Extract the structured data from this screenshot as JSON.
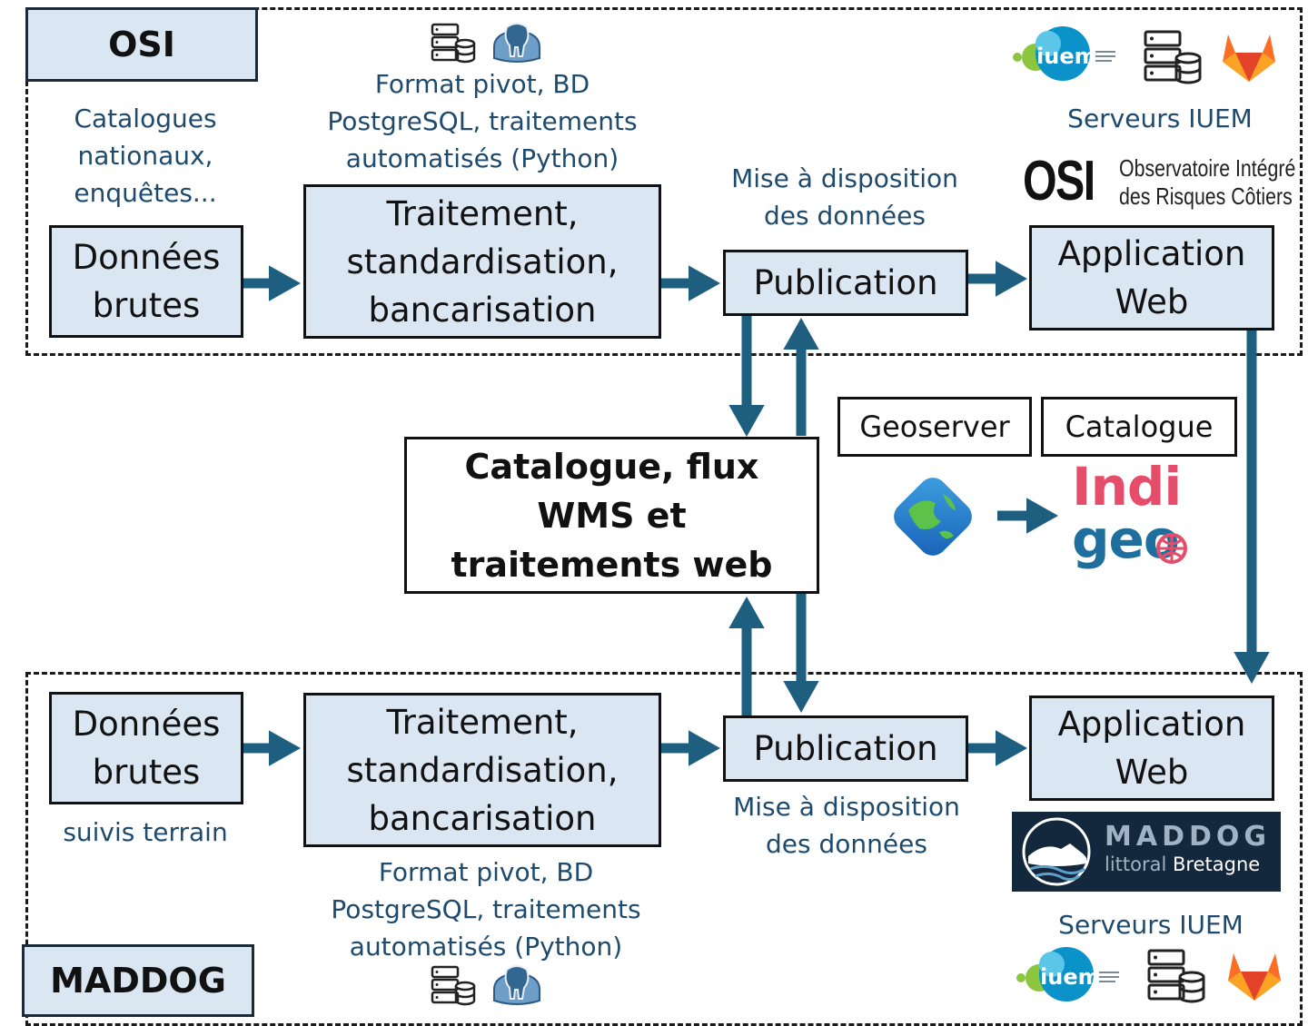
{
  "colors": {
    "arrow": "#1e5f80",
    "box_fill": "#dae6f2",
    "note_text": "#1e4a6e",
    "maddog_bg": "#13283d"
  },
  "osi": {
    "tag": "OSI",
    "source_note": "Catalogues nationaux, enquêtes...",
    "raw_data": "Données brutes",
    "processing": "Traitement, standardisation, bancarisation",
    "processing_note": "Format pivot, BD PostgreSQL, traitements automatisés (Python)",
    "publication_note": "Mise à disposition des données",
    "publication": "Publication",
    "web_app": "Application Web",
    "servers": "Serveurs IUEM",
    "logo": {
      "mark": "OSI",
      "line1": "Observatoire Intégré",
      "line2": "des Risques Côtiers"
    }
  },
  "center": {
    "main_box": "Catalogue, flux WMS et traitements web",
    "geoserver": "Geoserver",
    "catalogue": "Catalogue",
    "indigeo_logo": {
      "line1": "Indi",
      "line2": "geo"
    }
  },
  "maddog": {
    "tag": "MADDOG",
    "raw_data": "Données brutes",
    "source_note": "suivis terrain",
    "processing": "Traitement, standardisation, bancarisation",
    "processing_note": "Format pivot, BD PostgreSQL, traitements automatisés (Python)",
    "publication": "Publication",
    "publication_note": "Mise à disposition des données",
    "web_app": "Application Web",
    "servers": "Serveurs IUEM",
    "logo": {
      "line1": "MADDOG",
      "line2a": "littoral",
      "line2b": "Bretagne"
    }
  },
  "iuem_logo": "iuem",
  "icons": [
    "server-database-icon",
    "postgresql-elephant-icon",
    "server-rack-icon",
    "gitlab-fox-icon",
    "globe-geoserver-icon"
  ]
}
